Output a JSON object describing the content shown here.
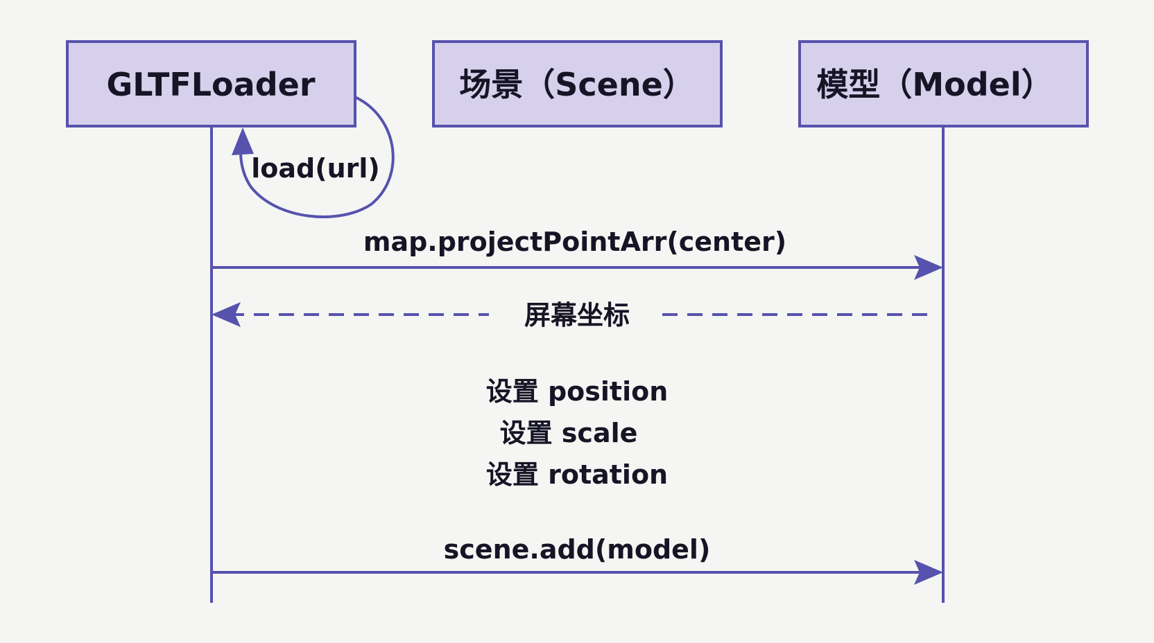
{
  "participants": [
    {
      "id": "loader",
      "label": "GLTFLoader"
    },
    {
      "id": "scene",
      "label": "场景（Scene）"
    },
    {
      "id": "model",
      "label": "模型（Model）"
    }
  ],
  "messages": {
    "self_call": "load(url)",
    "project": "map.projectPointArr(center)",
    "screen_coords": "屏幕坐标",
    "scene_add": "scene.add(model)"
  },
  "note": {
    "lines": [
      "设置 position",
      "设置 scale",
      "设置 rotation"
    ]
  },
  "colors": {
    "line": "#5652ad",
    "box_fill": "#d6d0ec",
    "text": "#151525",
    "background": "#f5f5f3"
  }
}
